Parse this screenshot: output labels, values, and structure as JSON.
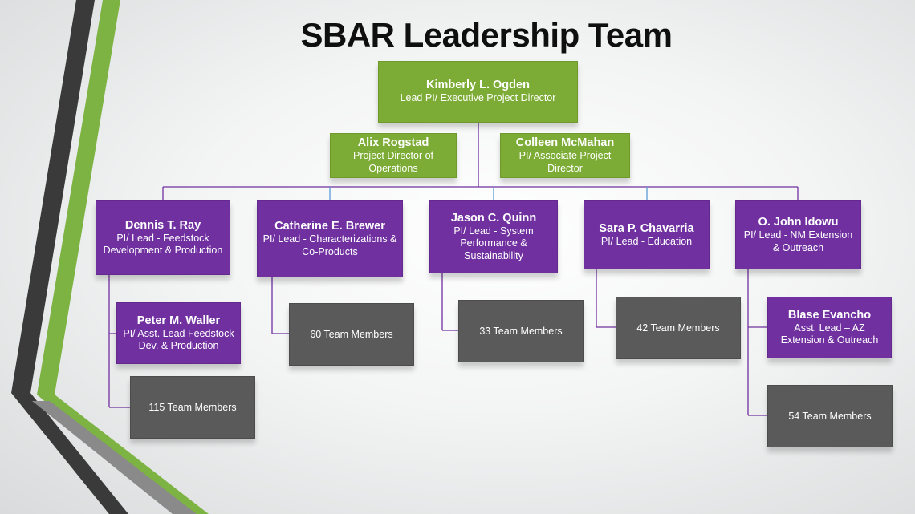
{
  "title": "SBAR Leadership Team",
  "colors": {
    "accent_green": "#7cac35",
    "accent_purple": "#7030a0",
    "member_gray": "#5a5a5a",
    "connector_teal": "#5b9bd5"
  },
  "lead": {
    "name": "Kimberly L. Ogden",
    "role": "Lead PI/ Executive Project Director"
  },
  "directors": [
    {
      "name": "Alix Rogstad",
      "role": "Project Director of Operations"
    },
    {
      "name": "Colleen McMahan",
      "role": "PI/ Associate Project Director"
    }
  ],
  "teams": [
    {
      "name": "Dennis T. Ray",
      "role": "PI/ Lead - Feedstock Development & Production"
    },
    {
      "name": "Catherine E. Brewer",
      "role": "PI/ Lead - Characterizations & Co-Products"
    },
    {
      "name": "Jason C. Quinn",
      "role": "PI/ Lead - System Performance & Sustainability"
    },
    {
      "name": "Sara P. Chavarria",
      "role": "PI/ Lead - Education"
    },
    {
      "name": "O. John Idowu",
      "role": "PI/ Lead - NM Extension & Outreach"
    }
  ],
  "assistants": [
    {
      "name": "Peter M. Waller",
      "role": "PI/ Asst. Lead Feedstock Dev. & Production"
    },
    {
      "name": "Blase Evancho",
      "role": "Asst. Lead – AZ Extension & Outreach"
    }
  ],
  "members": [
    {
      "label": "115 Team Members"
    },
    {
      "label": "60 Team Members"
    },
    {
      "label": "33 Team Members"
    },
    {
      "label": "42 Team Members"
    },
    {
      "label": "54 Team Members"
    }
  ]
}
